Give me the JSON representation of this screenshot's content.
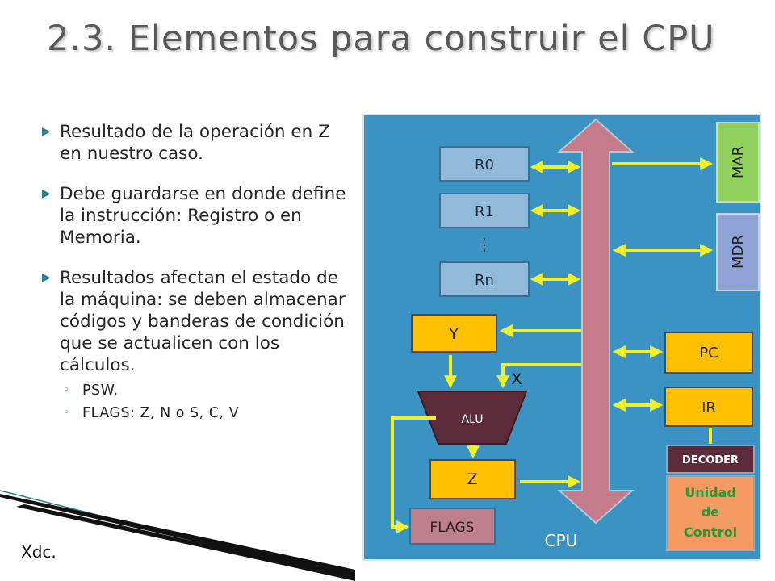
{
  "title": "2.3. Elementos para construir el CPU",
  "bullets": [
    {
      "text": "Resultado de la operación en Z en nuestro caso."
    },
    {
      "text": "Debe guardarse en donde define la instrucción: Registro o en Memoria."
    },
    {
      "text": "Resultados afectan el estado de la máquina: se deben almacenar códigos y banderas de condición que se actualicen con los cálculos."
    }
  ],
  "sub_bullets": [
    {
      "text": "PSW."
    },
    {
      "text": "FLAGS: Z, N o S, C,  V"
    }
  ],
  "footer": "Xdc.",
  "diagram": {
    "cpu_label": "CPU",
    "registers": [
      "R0",
      "R1",
      "Rn"
    ],
    "ellipsis": "⋮",
    "y_label": "Y",
    "x_label": "X",
    "alu_label": "ALU",
    "z_label": "Z",
    "flags_label": "FLAGS",
    "mar_label": "MAR",
    "mdr_label": "MDR",
    "pc_label": "PC",
    "ir_label": "IR",
    "decoder_label": "DECODER",
    "control_unit_lines": [
      "Unidad",
      "de",
      "Control"
    ]
  },
  "colors": {
    "panel": "#3b93c4",
    "register": "#90b9da",
    "yellow_box": "#ffc000",
    "arrow": "#f0f028",
    "bus": "#c57c8a",
    "alu": "#5d2c3a",
    "flags": "#bd7f8c",
    "mar": "#8fd15c",
    "mdr": "#8fa2d4",
    "decoder": "#5d2c3a",
    "control": "#f59a60",
    "control_text": "#1f9d3a"
  }
}
